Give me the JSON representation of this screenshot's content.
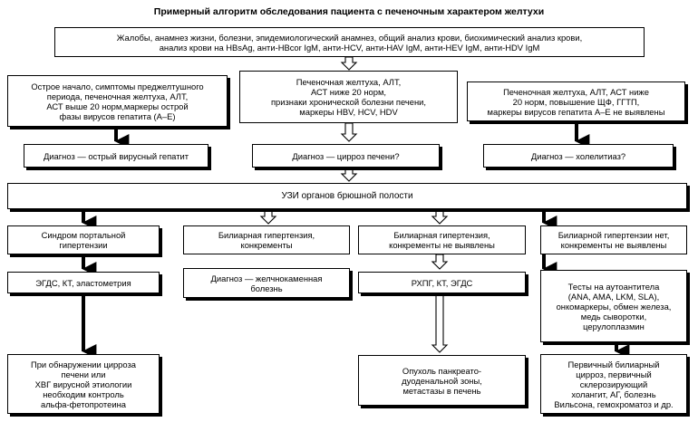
{
  "title": "Примерный алгоритм обследования пациента с печеночным характером желтухи",
  "boxes": {
    "top": "Жалобы, анамнез жизни, болезни, эпидемиологический анамнез, общий анализ крови, биохимический анализ крови,\nанализ крови на HBsAg, анти-HBcor IgM, анти-HCV, анти-HAV IgM, анти-HEV IgM, анти-HDV IgM",
    "l1": "Острое начало, симптомы преджелтушного\nпериода, печеночная желтуха, АЛТ,\nАСТ выше 20 норм,маркеры острой\nфазы вирусов гепатита (A–E)",
    "m1": "Печеночная желтуха, АЛТ,\nАСТ ниже 20 норм,\nпризнаки хронической болезни печени,\nмаркеры HBV, HCV, HDV",
    "r1": "Печеночная желтуха, АЛТ, АСТ ниже\n20 норм, повышение ЩФ, ГГТП,\nмаркеры вирусов гепатита A–E не выявлены",
    "l2": "Диагноз — острый вирусный гепатит",
    "m2": "Диагноз — цирроз печени?",
    "r2": "Диагноз — холелитиаз?",
    "uzi": "УЗИ органов брюшной полости",
    "c1": "Синдром портальной\nгипертензии",
    "c2": "Билиарная гипертензия,\nконкременты",
    "c3": "Билиарная гипертензия,\nконкременты не выявлены",
    "c4": "Билиарной гипертензии нет,\nконкременты не выявлены",
    "d1": "ЭГДС, КТ, эластометрия",
    "d2": "Диагноз — желчнокаменная\nболезнь",
    "d3": "РХПГ, КТ, ЭГДС",
    "d4": "Тесты на аутоантитела\n(ANA, AMA, LKM, SLA),\nонкомаркеры, обмен железа,\nмедь сыворотки,\nцерулоплазмин",
    "e1": "При обнаружении цирроза\nпечени или\nХВГ вирусной этиологии\nнеобходим контроль\nальфа-фетопротеина",
    "e3": "Опухоль панкреато-\nдуоденальной зоны,\nметастазы в печень",
    "e4": "Первичный билиарный\nцирроз, первичный\nсклерозирующий\nхолангит, АГ, болезнь\nВильсона, гемохроматоз и др."
  }
}
